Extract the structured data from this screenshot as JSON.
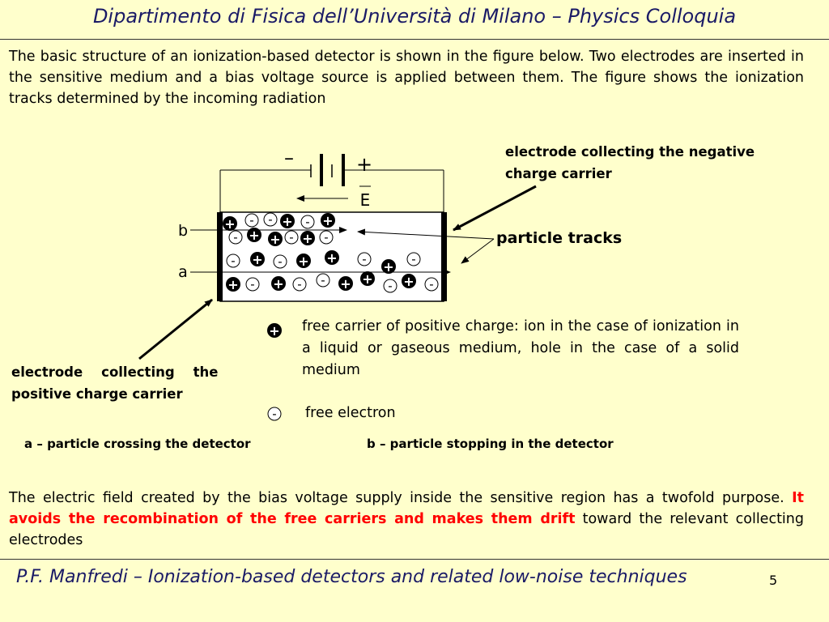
{
  "header": {
    "title": "Dipartimento di Fisica dell’Università di Milano – Physics Colloquia"
  },
  "intro": {
    "text": "The basic  structure of an ionization-based detector is shown in the figure below. Two electrodes are inserted in the sensitive  medium and a bias voltage source is applied between them. The figure shows the ionization tracks determined by the incoming radiation"
  },
  "diagram": {
    "battery_minus": "–",
    "battery_plus": "+",
    "field_label": "E",
    "label_b": "b",
    "label_a": "a",
    "label_negative_electrode": "electrode collecting the negative charge carrier",
    "label_positive_electrode_line1": "electrode    collecting    the",
    "label_positive_electrode_line2": "positive charge carrier",
    "label_particle_tracks": "particle tracks",
    "plus_symbol": "+",
    "minus_symbol": "-"
  },
  "legend": {
    "positive_text": "free carrier of positive charge: ion in the case of ionization in a liquid or gaseous medium,  hole in the case of a solid medium",
    "electron_text": "free electron"
  },
  "captions": {
    "a": "a – particle crossing the detector",
    "b": "b – particle stopping in the detector"
  },
  "conclusion": {
    "before": "The electric field created by the bias voltage supply inside the sensitive region has a twofold purpose. ",
    "highlight": "It avoids the recombination of the free carriers and makes them drift",
    "after": " toward the relevant collecting electrodes"
  },
  "footer": {
    "title": "P.F. Manfredi – Ionization-based detectors and related low-noise techniques",
    "page": "5"
  },
  "colors": {
    "background": "#ffffcc",
    "title": "#1a1a66",
    "highlight": "#ff0000"
  }
}
